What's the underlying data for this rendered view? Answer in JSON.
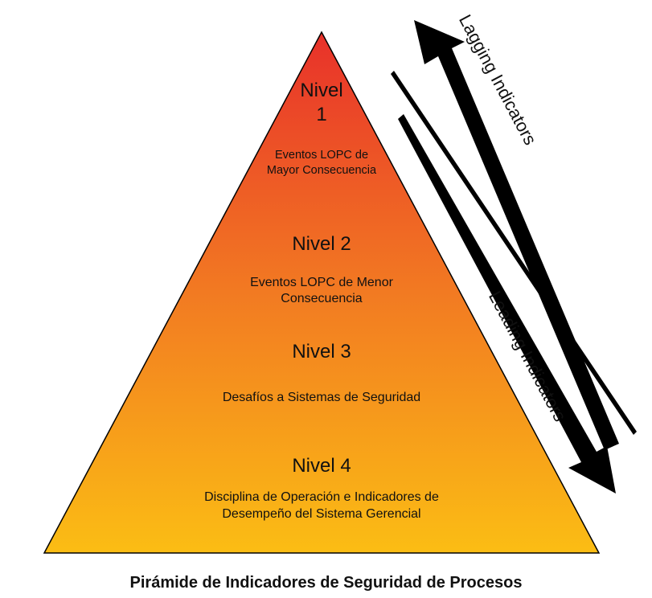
{
  "levels": [
    {
      "title_line1": "Nivel",
      "title_line2": "1",
      "desc_line1": "Eventos LOPC de",
      "desc_line2": "Mayor  Consecuencia"
    },
    {
      "title": "Nivel  2",
      "desc_line1": "Eventos LOPC de Menor",
      "desc_line2": "Consecuencia"
    },
    {
      "title": "Nivel  3",
      "desc_line1": "Desafíos  a Sistemas de Seguridad"
    },
    {
      "title": "Nivel  4",
      "desc_line1": "Disciplina de Operación e Indicadores de",
      "desc_line2": "Desempeño del Sistema Gerencial"
    }
  ],
  "arrows": {
    "lagging": "Lagging  Indicators",
    "leading": "Leading  Indicators"
  },
  "caption": "Pirámide de Indicadores de Seguridad de Procesos",
  "colors": {
    "top": "#e8312a",
    "middle": "#f27a22",
    "bottom": "#fbbd14",
    "outline": "#000000",
    "arrow": "#000000"
  }
}
